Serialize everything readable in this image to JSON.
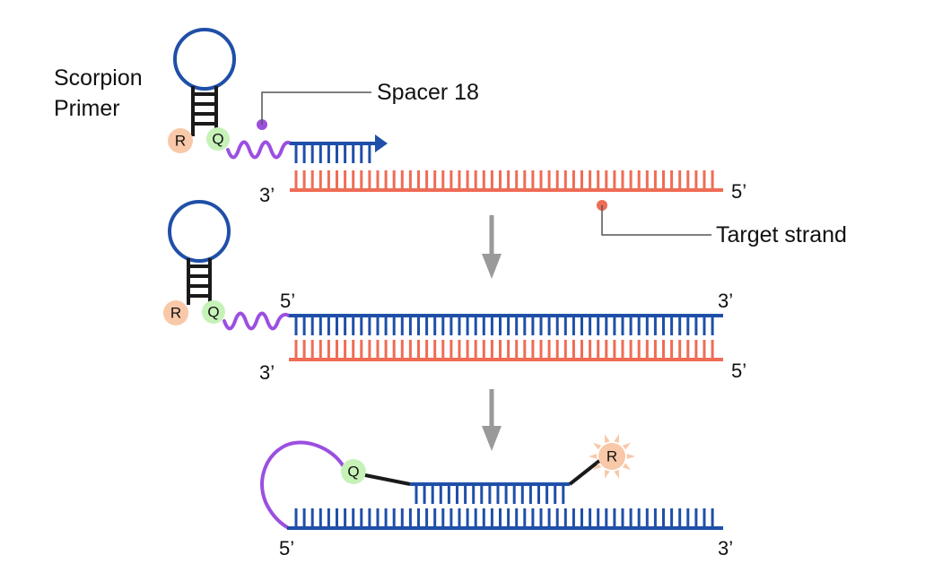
{
  "labels": {
    "scorpion_line1": "Scorpion",
    "scorpion_line2": "Primer",
    "spacer": "Spacer 18",
    "target": "Target strand"
  },
  "ends": {
    "s1_target_left": "3’",
    "s1_target_right": "5’",
    "s2_primer_left": "5’",
    "s2_primer_right": "3’",
    "s2_target_left": "3’",
    "s2_target_right": "5’",
    "s3_bottom_left": "5’",
    "s3_bottom_right": "3’"
  },
  "molecules": {
    "reporter": "R",
    "quencher": "Q"
  },
  "colors": {
    "primer_blue": "#1f4fa8",
    "target_red": "#ef6c55",
    "spacer_purple": "#9b4fe0",
    "stem_black": "#1a1a1a",
    "arrow_gray": "#9a9a9a",
    "reporter_fill": "#f8c8a8",
    "quencher_fill": "#c6f2b8",
    "leader_gray": "#555555"
  }
}
